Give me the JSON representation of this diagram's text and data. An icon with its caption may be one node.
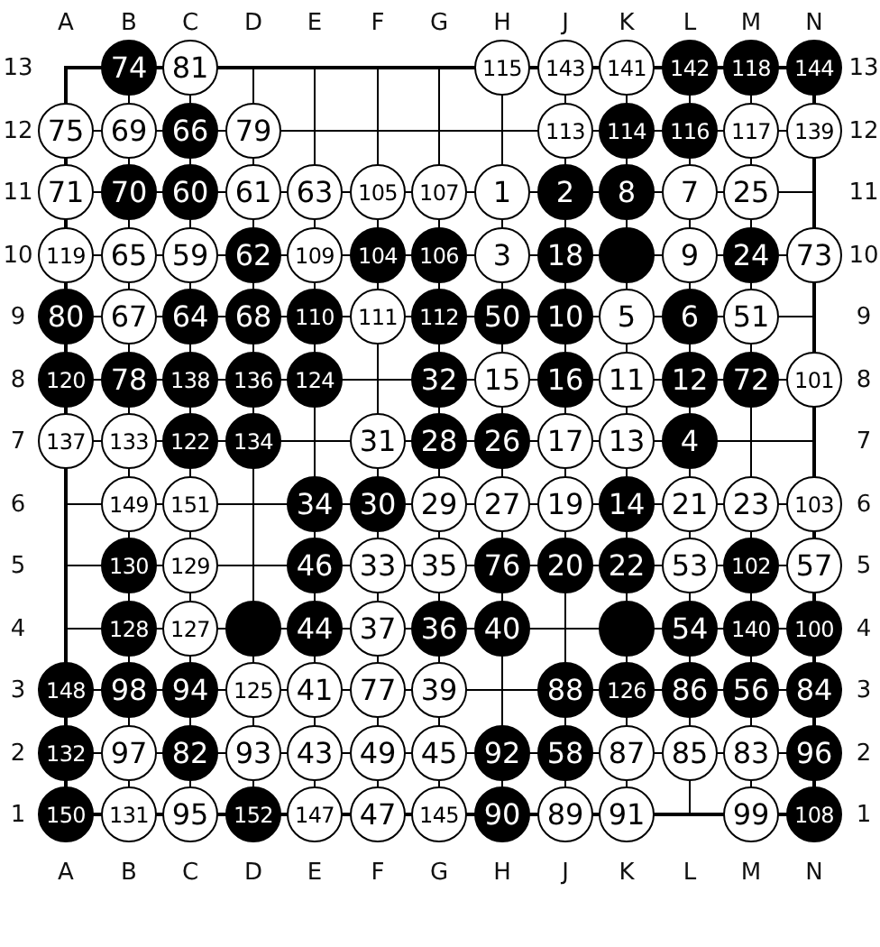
{
  "diagram": {
    "nodes": [
      {
        "text": [
          "74"
        ]
      },
      {
        "text": [
          "81"
        ]
      },
      {
        "text": [
          "115"
        ]
      },
      {
        "text": [
          "143"
        ]
      },
      {
        "text": [
          "141"
        ]
      },
      {
        "text": [
          "142"
        ]
      },
      {
        "text": [
          "118"
        ]
      },
      {
        "text": [
          "144"
        ]
      },
      {
        "text": [
          "75"
        ]
      },
      {
        "text": [
          "69"
        ]
      },
      {
        "text": [
          "66"
        ]
      },
      {
        "text": [
          "79"
        ]
      },
      {
        "text": [
          "113"
        ]
      },
      {
        "text": [
          "114"
        ]
      },
      {
        "text": [
          "116"
        ]
      },
      {
        "text": [
          "117"
        ]
      },
      {
        "text": [
          "139"
        ]
      },
      {
        "text": [
          "71"
        ]
      },
      {
        "text": [
          "70"
        ]
      },
      {
        "text": [
          "60"
        ]
      },
      {
        "text": [
          "61"
        ]
      },
      {
        "text": [
          "63"
        ]
      },
      {
        "text": [
          "105"
        ]
      },
      {
        "text": [
          "107"
        ]
      },
      {
        "text": [
          "1"
        ]
      },
      {
        "text": [
          "2"
        ]
      },
      {
        "text": [
          "8"
        ]
      },
      {
        "text": [
          "7"
        ]
      },
      {
        "text": [
          "25"
        ]
      },
      {
        "text": [
          "119"
        ]
      },
      {
        "text": [
          "65"
        ]
      },
      {
        "text": [
          "59"
        ]
      },
      {
        "text": [
          "62"
        ]
      },
      {
        "text": [
          "109"
        ]
      },
      {
        "text": [
          "104"
        ]
      },
      {
        "text": [
          "106"
        ]
      },
      {
        "text": [
          "3"
        ]
      },
      {
        "text": [
          "18"
        ]
      },
      {
        "text": [],
        "shape": "circle"
      },
      {
        "text": [
          "9"
        ]
      },
      {
        "text": [
          "24"
        ]
      },
      {
        "text": [
          "73"
        ]
      },
      {
        "text": [
          "80"
        ]
      },
      {
        "text": [
          "67"
        ]
      },
      {
        "text": [
          "64"
        ]
      },
      {
        "text": [
          "68"
        ]
      },
      {
        "text": [
          "110"
        ]
      },
      {
        "text": [
          "111"
        ]
      },
      {
        "text": [
          "112"
        ]
      },
      {
        "text": [
          "50"
        ]
      },
      {
        "text": [
          "10"
        ]
      },
      {
        "text": [
          "5"
        ]
      },
      {
        "text": [
          "6"
        ]
      },
      {
        "text": [
          "51"
        ]
      },
      {
        "text": [
          "120"
        ]
      },
      {
        "text": [
          "78"
        ]
      },
      {
        "text": [
          "138"
        ]
      },
      {
        "text": [
          "136"
        ]
      },
      {
        "text": [
          "124"
        ]
      },
      {
        "text": [
          "32"
        ]
      },
      {
        "text": [
          "15"
        ]
      },
      {
        "text": [
          "16"
        ]
      },
      {
        "text": [
          "11"
        ]
      },
      {
        "text": [
          "12"
        ]
      },
      {
        "text": [
          "72"
        ]
      },
      {
        "text": [
          "101"
        ]
      },
      {
        "text": [
          "137"
        ]
      },
      {
        "text": [
          "133"
        ]
      },
      {
        "text": [
          "122"
        ]
      },
      {
        "text": [
          "134"
        ]
      },
      {
        "text": [
          "31"
        ]
      },
      {
        "text": [
          "28"
        ]
      },
      {
        "text": [
          "26"
        ]
      },
      {
        "text": [
          "17"
        ]
      },
      {
        "text": [
          "13"
        ]
      },
      {
        "text": [
          "4"
        ]
      },
      {
        "text": [
          "149"
        ]
      },
      {
        "text": [
          "151"
        ]
      },
      {
        "text": [
          "34"
        ]
      },
      {
        "text": [
          "30"
        ]
      },
      {
        "text": [
          "29"
        ]
      },
      {
        "text": [
          "27"
        ]
      },
      {
        "text": [
          "19"
        ]
      },
      {
        "text": [
          "14"
        ]
      },
      {
        "text": [
          "21"
        ]
      },
      {
        "text": [
          "23"
        ]
      },
      {
        "text": [
          "103"
        ]
      },
      {
        "text": [
          "130"
        ]
      },
      {
        "text": [
          "129"
        ]
      },
      {
        "text": [
          "46"
        ]
      },
      {
        "text": [
          "33"
        ]
      },
      {
        "text": [
          "35"
        ]
      },
      {
        "text": [
          "76"
        ]
      },
      {
        "text": [
          "20"
        ]
      },
      {
        "text": [
          "22"
        ]
      },
      {
        "text": [
          "53"
        ]
      },
      {
        "text": [
          "102"
        ]
      },
      {
        "text": [
          "57"
        ]
      },
      {
        "text": [
          "128"
        ]
      },
      {
        "text": [
          "127"
        ]
      },
      {
        "text": [],
        "shape": "circle"
      },
      {
        "text": [
          "44"
        ]
      },
      {
        "text": [
          "37"
        ]
      },
      {
        "text": [
          "36"
        ]
      },
      {
        "text": [
          "40"
        ]
      },
      {
        "text": [],
        "shape": "circle"
      },
      {
        "text": [
          "54"
        ]
      },
      {
        "text": [
          "140"
        ]
      },
      {
        "text": [
          "100"
        ]
      },
      {
        "text": [
          "148"
        ]
      },
      {
        "text": [
          "98"
        ]
      },
      {
        "text": [
          "94"
        ]
      },
      {
        "text": [
          "125"
        ]
      },
      {
        "text": [
          "41"
        ]
      },
      {
        "text": [
          "77"
        ]
      },
      {
        "text": [
          "39"
        ]
      },
      {
        "text": [
          "88"
        ]
      },
      {
        "text": [
          "126"
        ]
      },
      {
        "text": [
          "86"
        ]
      },
      {
        "text": [
          "56"
        ]
      },
      {
        "text": [
          "84"
        ]
      },
      {
        "text": [
          "132"
        ]
      },
      {
        "text": [
          "97"
        ]
      },
      {
        "text": [
          "82"
        ]
      },
      {
        "text": [
          "93"
        ]
      },
      {
        "text": [
          "43"
        ]
      },
      {
        "text": [
          "49"
        ]
      },
      {
        "text": [
          "45"
        ]
      },
      {
        "text": [
          "92"
        ]
      },
      {
        "text": [
          "58"
        ]
      },
      {
        "text": [
          "87"
        ]
      },
      {
        "text": [
          "85"
        ]
      },
      {
        "text": [
          "83"
        ]
      },
      {
        "text": [
          "96"
        ]
      },
      {
        "text": [
          "150"
        ]
      },
      {
        "text": [
          "131"
        ]
      },
      {
        "text": [
          "95"
        ]
      },
      {
        "text": [
          "152"
        ]
      },
      {
        "text": [
          "147"
        ]
      },
      {
        "text": [
          "47"
        ]
      },
      {
        "text": [
          "145"
        ]
      },
      {
        "text": [
          "90"
        ]
      },
      {
        "text": [
          "89"
        ]
      },
      {
        "text": [
          "91"
        ]
      },
      {
        "text": [
          "99"
        ]
      },
      {
        "text": [
          "108"
        ]
      }
    ],
    "labels": [
      "A",
      "B",
      "C",
      "D",
      "E",
      "F",
      "G",
      "H",
      "J",
      "K",
      "L",
      "M",
      "N",
      "13",
      "13",
      "12",
      "12",
      "11",
      "11",
      "10",
      "10",
      "9",
      "9",
      "8",
      "8",
      "7",
      "7",
      "6",
      "6",
      "5",
      "5",
      "4",
      "4",
      "3",
      "3",
      "2",
      "2",
      "1",
      "1",
      "A",
      "B",
      "C",
      "D",
      "E",
      "F",
      "G",
      "H",
      "J",
      "K",
      "L",
      "M",
      "N"
    ]
  }
}
